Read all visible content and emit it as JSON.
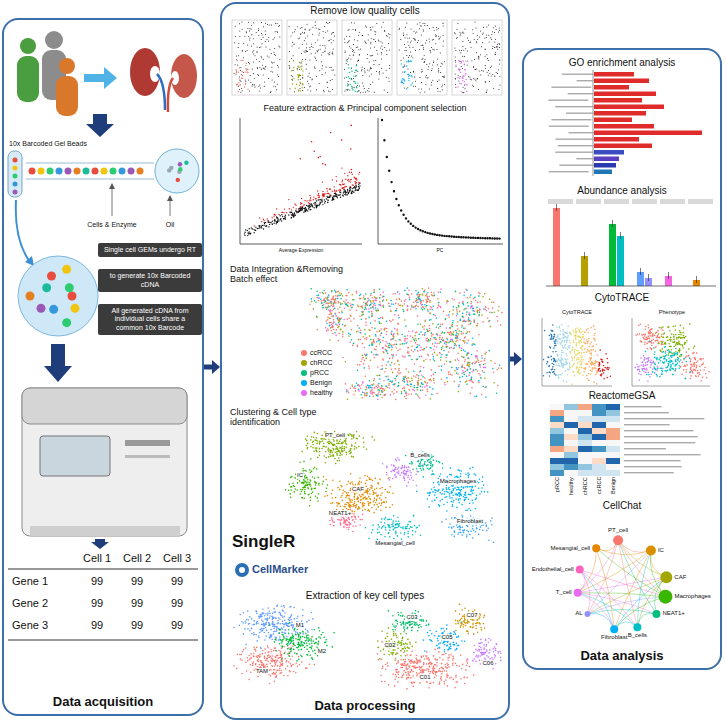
{
  "diagram": {
    "nodes": [
      {
        "text": [
          "Data acquisition"
        ]
      },
      {
        "text": [
          "Single cell GEMs undergo RT"
        ],
        "in": 0
      },
      {
        "text": [
          "to generate 10x Barcoded cDNA"
        ],
        "in": 0
      },
      {
        "text": [
          "All generated cDNA from individual cells share a common 10x Barcode"
        ],
        "in": 0
      },
      {
        "text": [
          "Data processing"
        ]
      },
      {
        "text": [
          "Data analysis"
        ]
      }
    ],
    "edges": [
      {
        "from": 0,
        "to": 4,
        "arrow": "to"
      },
      {
        "from": 4,
        "to": 5,
        "arrow": "to"
      }
    ],
    "labels": [
      "10x Barcoded Gel Beads",
      "Cells & Enzyme",
      "Oil",
      "Cell 1",
      "Cell 2",
      "Cell 3",
      "Gene 1",
      "99",
      "99",
      "99",
      "Gene 2",
      "99",
      "99",
      "99",
      "Gene 3",
      "99",
      "99",
      "99",
      "Remove low quality cells",
      "Feature extraction & Principal component selection",
      "Data Integration &Removing Batch effect",
      "Clustering & Cell type identification",
      "SingleR",
      "CellMarker",
      "PT_cell",
      "B_cells",
      "IC",
      "CAF",
      "Macrophages",
      "NEAT1+",
      "Mesangial_cell",
      "Fibroblast",
      "Extraction of key cell types",
      "TAM",
      "M1",
      "M2",
      "C03",
      "C07",
      "C02",
      "C05",
      "C06",
      "C01",
      "GO enrichment analysis",
      "Abundance analysis",
      "CytoTRACE",
      "CytoTRACE",
      "Phenotype",
      "ReactomeGSA",
      "pRCC",
      "healthy",
      "chRCC",
      "ccRCC",
      "Benign",
      "CellChat",
      "PT_cell",
      "IC",
      "CAF",
      "Macrophages",
      "NEAT1+",
      "B_cells",
      "Fibroblast",
      "AL",
      "T_cell",
      "Endothelial_cell",
      "Mesangial_cell",
      "Average Expression",
      "PC"
    ],
    "legend": [
      {
        "text": "ccRCC",
        "color": "#f8766d"
      },
      {
        "text": "chRCC",
        "color": "#a3a500"
      },
      {
        "text": "pRCC",
        "color": "#00bf7d"
      },
      {
        "text": "Benign",
        "color": "#00b0f6"
      },
      {
        "text": "healthy",
        "color": "#e76bf3"
      }
    ]
  }
}
